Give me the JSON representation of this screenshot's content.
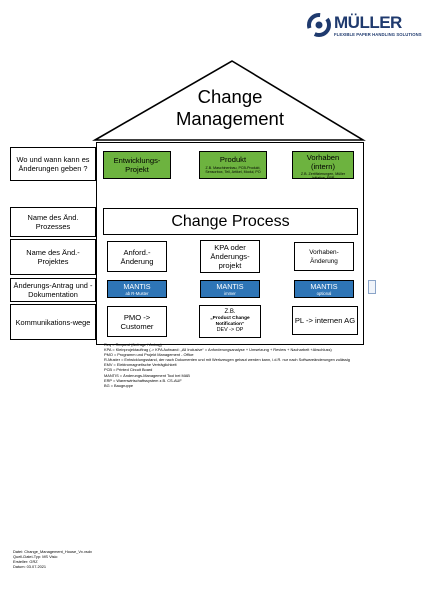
{
  "logo": {
    "name": "MÜLLER",
    "tagline": "FLEXIBLE PAPER HANDLING SOLUTIONS"
  },
  "roof": {
    "title_line1": "Change",
    "title_line2": "Management"
  },
  "rows": {
    "wo_wann": {
      "label": "Wo und wann kann es Änderungen geben ?",
      "cells": [
        {
          "title": "Entwicklungs-Projekt",
          "sub": ""
        },
        {
          "title": "Produkt",
          "sub": "Z.B. Maschinenbau, PCB-Produkt, Sensorbox, Teil, Artikel, Modul, PO"
        },
        {
          "title": "Vorhaben (intern)",
          "sub": "Z.B. Zertifizierungen, Müller Initiative, ERP"
        }
      ]
    },
    "prozess": {
      "label": "Name des Änd. Prozesses",
      "title": "Change Process"
    },
    "projekte": {
      "label": "Name des Änd.-Projektes",
      "cells": [
        {
          "line1": "Anford.-",
          "line2": "Änderung",
          "line3": ""
        },
        {
          "line1": "KPA oder",
          "line2": "Änderungs-",
          "line3": "projekt"
        },
        {
          "line1": "Vorhaben-",
          "line2": "Änderung",
          "line3": ""
        }
      ]
    },
    "antrag": {
      "label": "Änderungs-Antrag und -Dokumentation",
      "cells": [
        {
          "title": "MANTIS",
          "sub": "ab R-Muster"
        },
        {
          "title": "MANTIS",
          "sub": "immer"
        },
        {
          "title": "MANTIS",
          "sub": "optional"
        }
      ]
    },
    "kommunikation": {
      "label": "Kommunikations-wege",
      "cells": [
        {
          "line1": "PMO ->",
          "line2": "Customer",
          "line3": ""
        },
        {
          "line1": "Z.B.",
          "line2": "„Product Change Notification“",
          "line3": "DEV -> OP"
        },
        {
          "line1": "PL -> internen AG",
          "line2": "",
          "line3": ""
        }
      ]
    }
  },
  "notes": [
    "Req = Request (Anfrage / Antrag)",
    "KPA = Kleinprojektauftrag (-> KPA Aufwand: „All Inclusive“ = Anforderungsanalyse + Umsetzung + Review + Nacharbeit +Abschluss)",
    "PMO = Programm und Projekt Management - Office",
    "R-Muster = Entwicklungsstand, der nach Dokumenten und mit Werkzeugen gebaut werden kann, i.d.R. nur nach Softwareänderungen zulässig",
    "EMV = Elektromagnetische Verträglichkeit",
    "PCB = Printed Circuit Board",
    "MANTIS = Änderungs-Management Tool bei MAB",
    "ERP = Warenwirtschaftssystem z.B. CS-AUF",
    "BG = Baugruppe"
  ],
  "footer": [
    "Datei: Change_Management_House_Vx.vsdx",
    "Quell-Datei-Typ: MS Visio",
    "Ersteller: GRZ",
    "Datum: 03.07.2021"
  ],
  "colors": {
    "green": "#6db33f",
    "blue": "#2e75b6",
    "logo_blue": "#1f3a6e"
  }
}
